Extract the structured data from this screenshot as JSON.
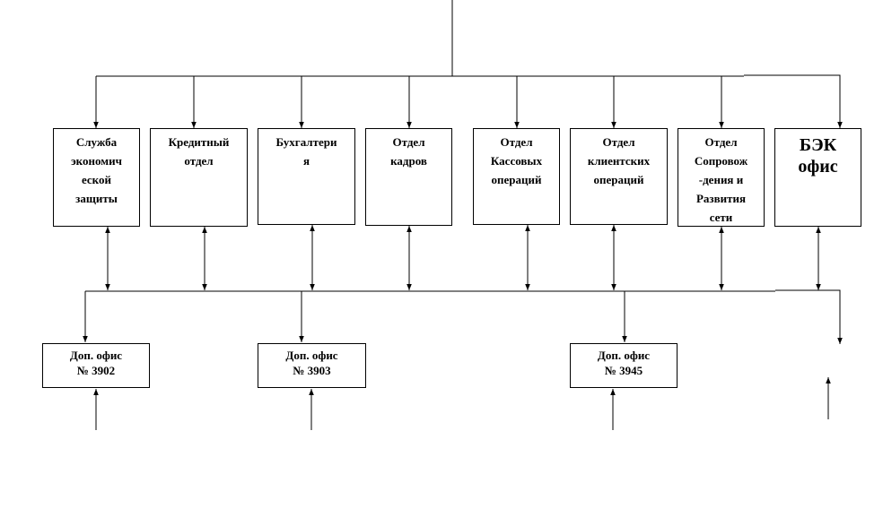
{
  "departments": [
    {
      "label": "Служба\nэкономич\nеской\nзащиты"
    },
    {
      "label": "Кредитный\nотдел"
    },
    {
      "label": "Бухгалтери\nя"
    },
    {
      "label": "Отдел\nкадров"
    },
    {
      "label": "Отдел\nКассовых\nопераций"
    },
    {
      "label": "Отдел\nклиентских\nопераций"
    },
    {
      "label": "Отдел\nСопровож\n-дения и\nРазвития\nсети"
    },
    {
      "label": "БЭК\nофис"
    }
  ],
  "offices": [
    {
      "label": "Доп. офис\n№ 3902"
    },
    {
      "label": "Доп. офис\n№ 3903"
    },
    {
      "label": "Доп. офис\n№ 3945"
    }
  ]
}
